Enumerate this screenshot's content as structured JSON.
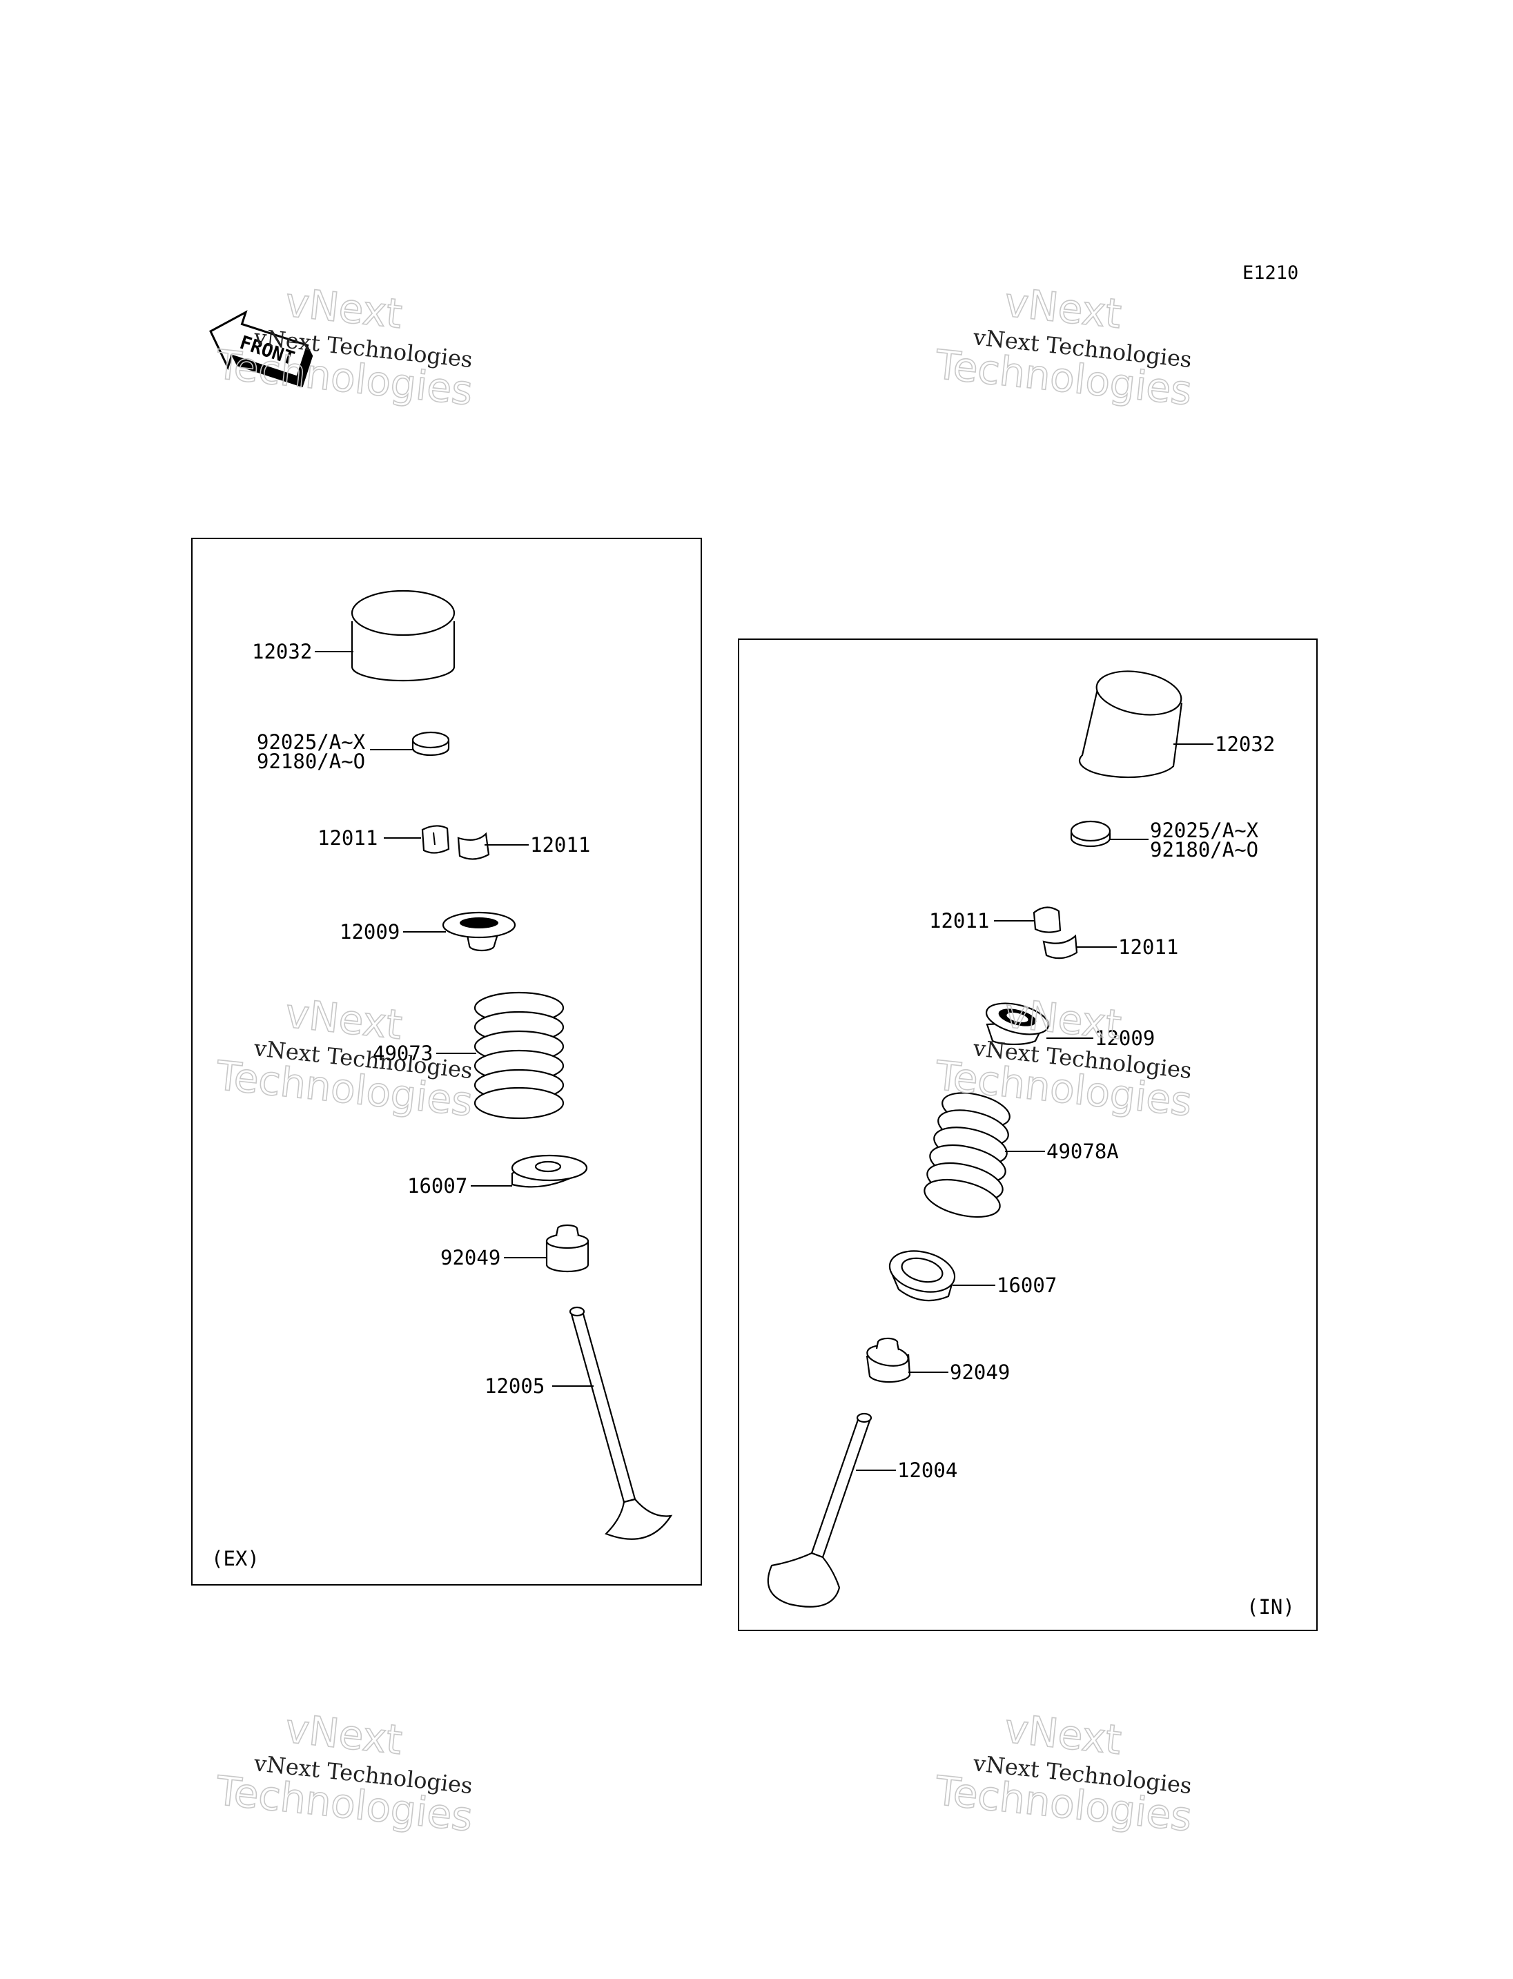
{
  "diagram_code": "E1210",
  "front_label": "FRONT",
  "watermark": {
    "line1": "vNext",
    "line2": "vNext Technologies",
    "line3": "Technologies"
  },
  "panels": {
    "exhaust": {
      "tag": "(EX)",
      "labels": {
        "tappet": "12032",
        "shim_a": "92025/A~X",
        "shim_b": "92180/A~O",
        "cotter_left": "12011",
        "cotter_right": "12011",
        "retainer": "12009",
        "spring": "49073",
        "spring_seat": "16007",
        "stem_seal": "92049",
        "valve": "12005"
      }
    },
    "intake": {
      "tag": "(IN)",
      "labels": {
        "tappet": "12032",
        "shim_a": "92025/A~X",
        "shim_b": "92180/A~O",
        "cotter_left": "12011",
        "cotter_right": "12011",
        "retainer": "12009",
        "spring": "49078A",
        "spring_seat": "16007",
        "stem_seal": "92049",
        "valve": "12004"
      }
    }
  }
}
